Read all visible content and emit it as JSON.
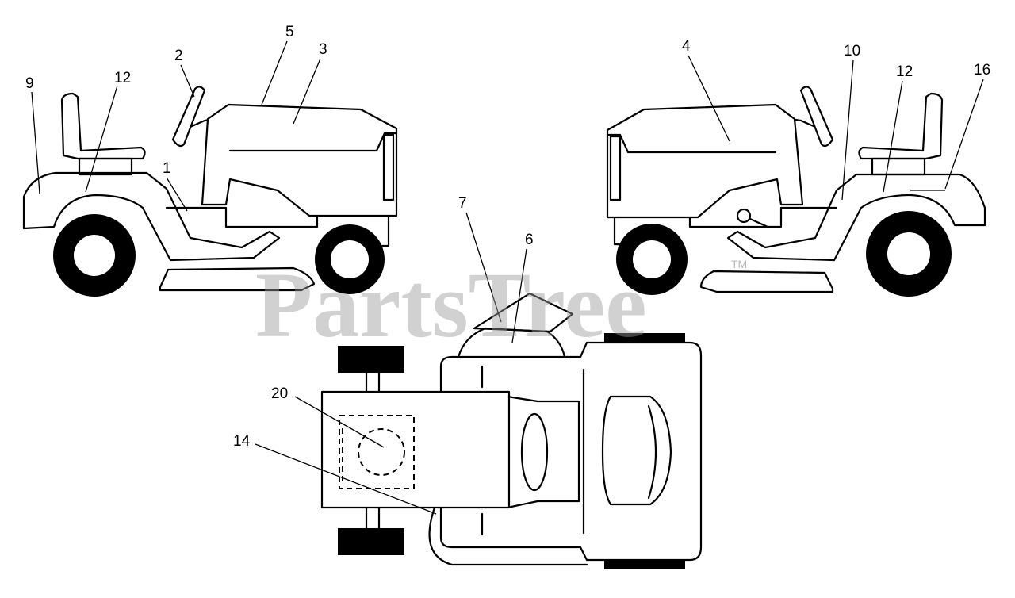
{
  "watermark": {
    "text": "PartsTree",
    "trademark": "TM"
  },
  "callouts": {
    "left_9": "9",
    "left_12": "12",
    "left_2": "2",
    "left_5": "5",
    "left_3": "3",
    "left_1": "1",
    "right_4": "4",
    "right_10": "10",
    "right_12": "12",
    "right_16": "16",
    "top_7": "7",
    "top_6": "6",
    "top_20": "20",
    "top_14": "14"
  }
}
